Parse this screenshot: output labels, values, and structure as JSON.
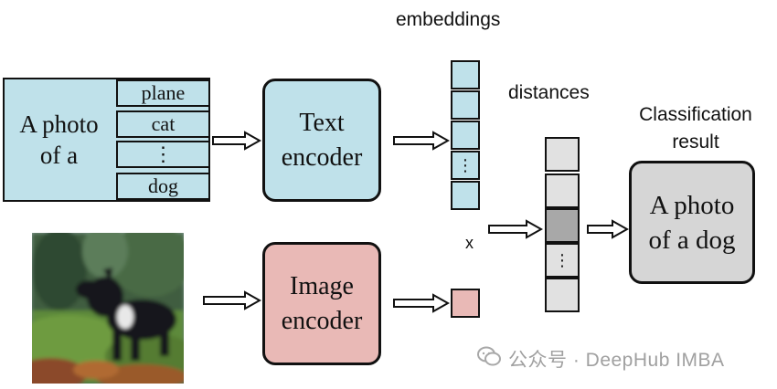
{
  "prompt": {
    "text_line1": "A photo",
    "text_line2": "of a",
    "classes": [
      "plane",
      "cat",
      "⋮",
      "dog"
    ]
  },
  "text_encoder": {
    "line1": "Text",
    "line2": "encoder"
  },
  "image_encoder": {
    "line1": "Image",
    "line2": "encoder"
  },
  "labels": {
    "embeddings": "embeddings",
    "distances": "distances",
    "multiply": "x",
    "classification_line1": "Classification",
    "classification_line2": "result"
  },
  "embedding_column": [
    "",
    "",
    "",
    "⋮",
    ""
  ],
  "distance_column": [
    "",
    "",
    "",
    "⋮",
    ""
  ],
  "result": {
    "line1": "A photo",
    "line2": "of a dog"
  },
  "watermark": {
    "text": "公众号 · DeepHub IMBA",
    "icon": "wechat-icon"
  },
  "colors": {
    "text_blue": "#bfe1ea",
    "image_pink": "#e9b9b6",
    "distance_gray": "#e1e1e1",
    "distance_highlight": "#a8a8a8",
    "result_gray": "#d6d6d6"
  }
}
